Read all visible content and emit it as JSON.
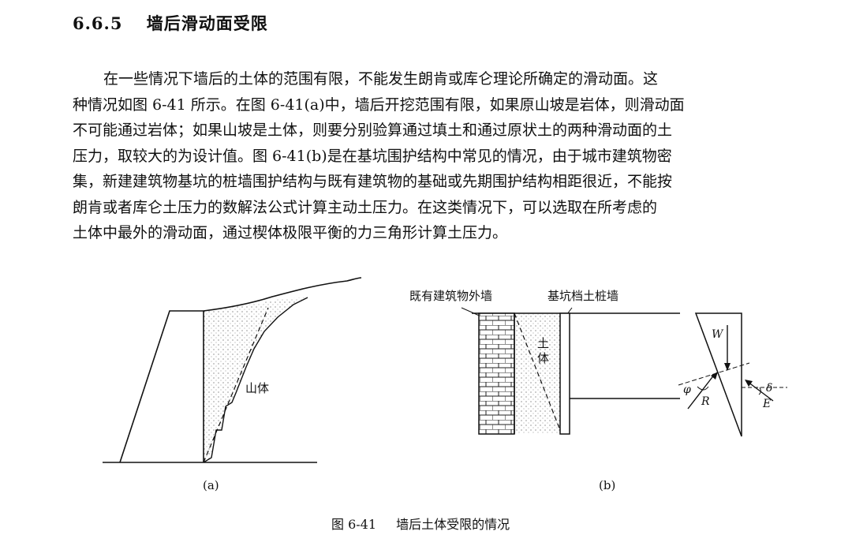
{
  "section": {
    "number": "6.6.5",
    "title": "墙后滑动面受限"
  },
  "paragraph": {
    "lines": [
      "在一些情况下墙后的土体的范围有限，不能发生朗肯或库仑理论所确定的滑动面。这",
      "种情况如图 6-41 所示。在图 6-41(a)中，墙后开挖范围有限，如果原山坡是岩体，则滑动面",
      "不可能通过岩体；如果山坡是土体，则要分别验算通过填土和通过原状土的两种滑动面的土",
      "压力，取较大的为设计值。图 6-41(b)是在基坑围护结构中常见的情况，由于城市建筑物密",
      "集，新建建筑物基坑的桩墙围护结构与既有建筑物的基础或先期围护结构相距很近，不能按",
      "朗肯或者库仑土压力的数解法公式计算主动土压力。在这类情况下，可以选取在所考虑的",
      "土体中最外的滑动面，通过楔体极限平衡的力三角形计算土压力。"
    ]
  },
  "figure": {
    "a": {
      "label_mountain": "山体",
      "sub_label": "(a)"
    },
    "b": {
      "label_existing_wall": "既有建筑物外墙",
      "label_pile_wall": "基坑档土桩墙",
      "label_soil": "土体",
      "label_W": "W",
      "label_R": "R",
      "label_E": "E",
      "label_phi": "φ",
      "label_delta": "δ",
      "sub_label": "(b)"
    },
    "caption_number": "图 6-41",
    "caption_title": "墙后土体受限的情况"
  }
}
